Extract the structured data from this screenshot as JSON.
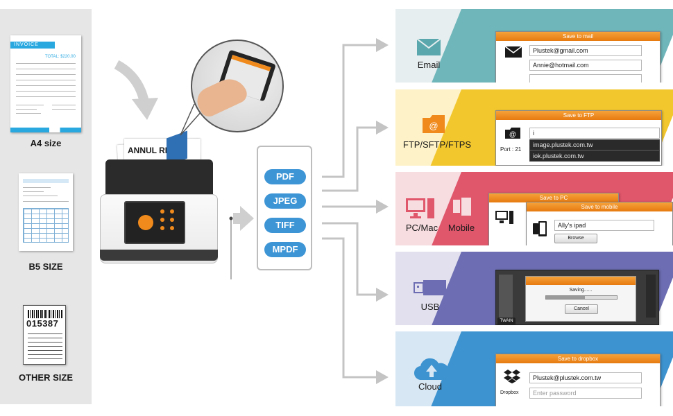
{
  "documents": [
    {
      "label": "A4 size",
      "invoice_title": "INVOICE",
      "invoice_total": "TOTAL: $220.00"
    },
    {
      "label": "B5 SIZE"
    },
    {
      "label": "OTHER SIZE",
      "barcode_number": "015387"
    }
  ],
  "scanner": {
    "paper_title": "ANNUL RE"
  },
  "formats": [
    "PDF",
    "JPEG",
    "TIFF",
    "MPDF"
  ],
  "services": {
    "email": {
      "label": "Email",
      "dialog_title": "Save to mail",
      "fields": [
        "Plustek@gmail.com",
        "Annie@hotmail.com",
        ""
      ]
    },
    "ftp": {
      "label": "FTP/SFTP/FTPS",
      "dialog_title": "Save to FTP",
      "port_label": "Port : 21",
      "fields": [
        "i",
        "image.plustek.com.tw",
        "iok.plustek.com.tw"
      ]
    },
    "pc_mobile": {
      "pc_label": "PC/Mac",
      "mobile_label": "Mobile",
      "pc_dialog_title": "Save to PC",
      "mobile_dialog_title": "Save to mobile",
      "mobile_field": "Ally's ipad",
      "browse_label": "Browse"
    },
    "usb": {
      "label": "USB",
      "dialog_text": "Saving......",
      "cancel_label": "Cancel",
      "twain_label": "TWAIN"
    },
    "cloud": {
      "label": "Cloud",
      "dialog_title": "Save to dropbox",
      "provider_label": "Dropbox",
      "fields": [
        "Plustek@plustek.com.tw"
      ],
      "placeholder": "Enter password"
    }
  },
  "colors": {
    "email_bg": "#e7eef0",
    "email_accent": "#6fb6ba",
    "ftp_bg": "#fdf2c8",
    "ftp_accent": "#f2c72e",
    "pc_bg": "#f7dce0",
    "pc_accent": "#e0566b",
    "usb_bg": "#e2e0ee",
    "usb_accent": "#6c6db2",
    "cloud_bg": "#d8e7f4",
    "cloud_accent": "#3d93cf",
    "format_pill": "#3d95d6",
    "dialog_orange": "#ef8a1f"
  }
}
